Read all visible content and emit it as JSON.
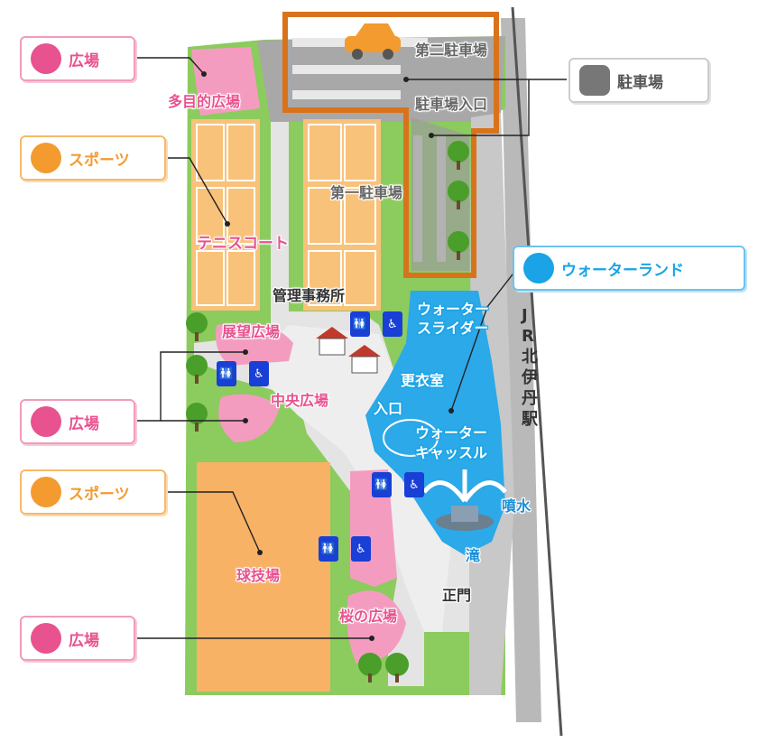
{
  "legend": {
    "plaza_1": "広場",
    "sports_1": "スポーツ",
    "parking": "駐車場",
    "water_land": "ウォーターランド",
    "plaza_2": "広場",
    "sports_2": "スポーツ",
    "plaza_3": "広場"
  },
  "labels": {
    "multi_plaza": "多目的広場",
    "tennis": "テニスコート",
    "parking_2": "第二駐車場",
    "parking_entrance": "駐車場入口",
    "parking_1": "第一駐車場",
    "office": "管理事務所",
    "view_plaza": "展望広場",
    "central_plaza": "中央広場",
    "water_slider_1": "ウォーター",
    "water_slider_2": "スライダー",
    "locker_room": "更衣室",
    "entrance": "入口",
    "water_castle_1": "ウォーター",
    "water_castle_2": "キャッスル",
    "fountain": "噴水",
    "waterfall": "滝",
    "ballpark": "球技場",
    "main_gate": "正門",
    "sakura_plaza": "桜の広場",
    "station": "JR北伊丹駅"
  },
  "colors": {
    "plaza": "#f49cc0",
    "sports": "#f8c27a",
    "grass": "#8ccb5e",
    "water": "#2ba9e8",
    "parking_outline": "#d9731b",
    "road": "#9b9b9b",
    "toilet": "#1a3fd6"
  },
  "icons": {
    "plaza": "smiley-face-icon",
    "sports": "running-person-icon",
    "parking": "car-icon",
    "water": "wave-icon",
    "toilet": "toilet-icon",
    "accessible": "wheelchair-icon"
  }
}
